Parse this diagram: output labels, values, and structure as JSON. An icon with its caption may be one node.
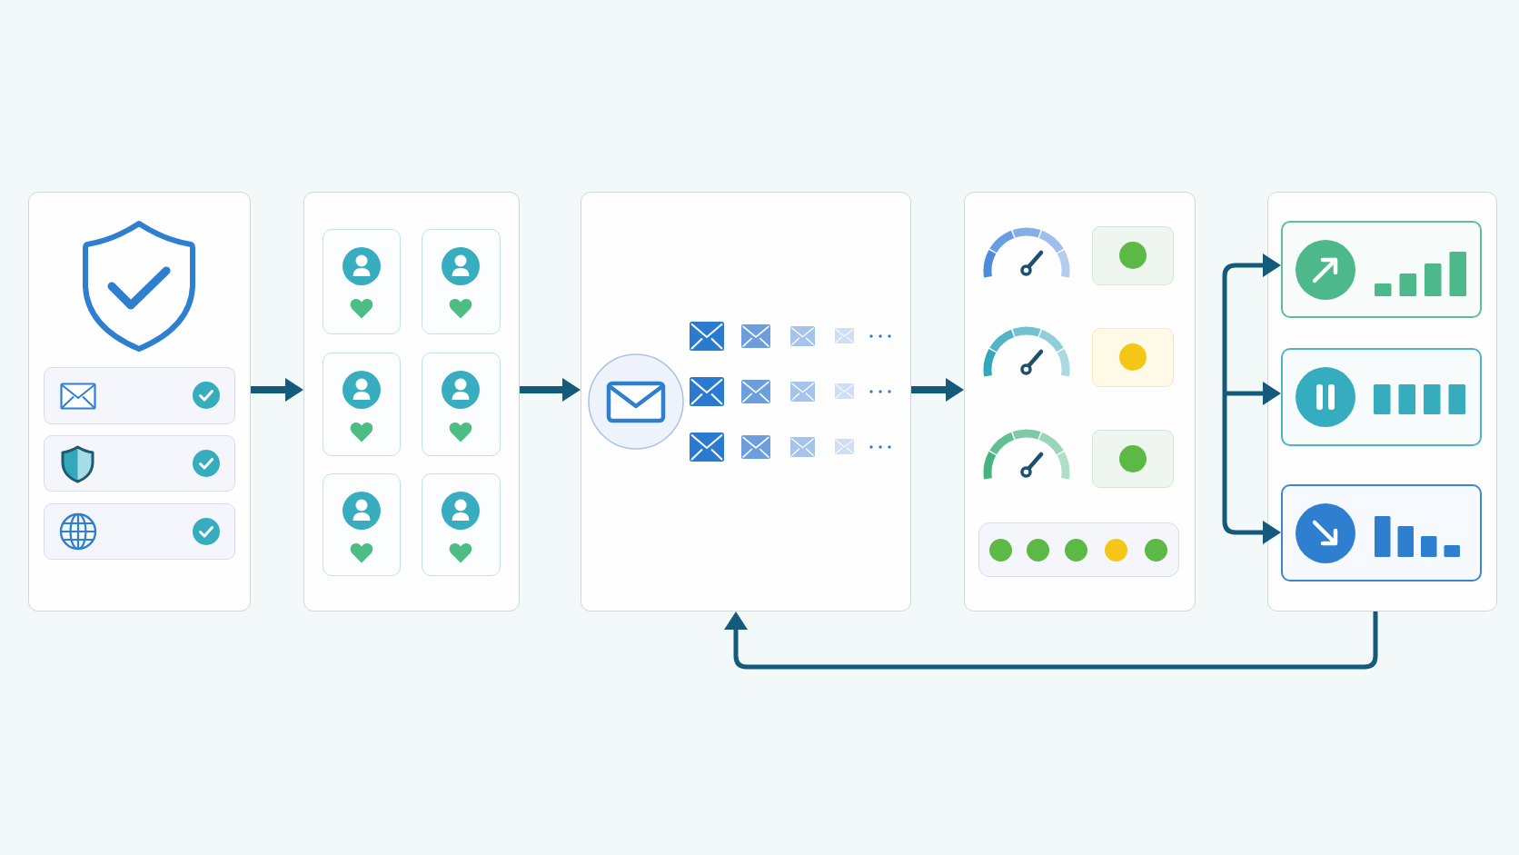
{
  "diagram": {
    "nodes": [
      {
        "text": [],
        "shape": "box"
      },
      {
        "text": [],
        "shape": "box"
      },
      {
        "text": [],
        "shape": "box"
      },
      {
        "text": [],
        "shape": "box"
      },
      {
        "text": [],
        "shape": "box"
      },
      {
        "text": [],
        "shape": "box",
        "in": 4
      },
      {
        "text": [],
        "shape": "box",
        "in": 4
      },
      {
        "text": [],
        "shape": "box",
        "in": 4
      }
    ],
    "edges": [
      {
        "from": 0,
        "to": 1,
        "arrow": "to"
      },
      {
        "from": 1,
        "to": 2,
        "arrow": "to"
      },
      {
        "from": 2,
        "to": 3,
        "arrow": "to"
      },
      {
        "from": null,
        "to": 5,
        "arrow": "to"
      },
      {
        "from": null,
        "to": 6,
        "arrow": "to"
      },
      {
        "from": null,
        "to": 7,
        "arrow": "to"
      },
      {
        "from": 4,
        "to": 2,
        "arrow": "to"
      }
    ]
  }
}
